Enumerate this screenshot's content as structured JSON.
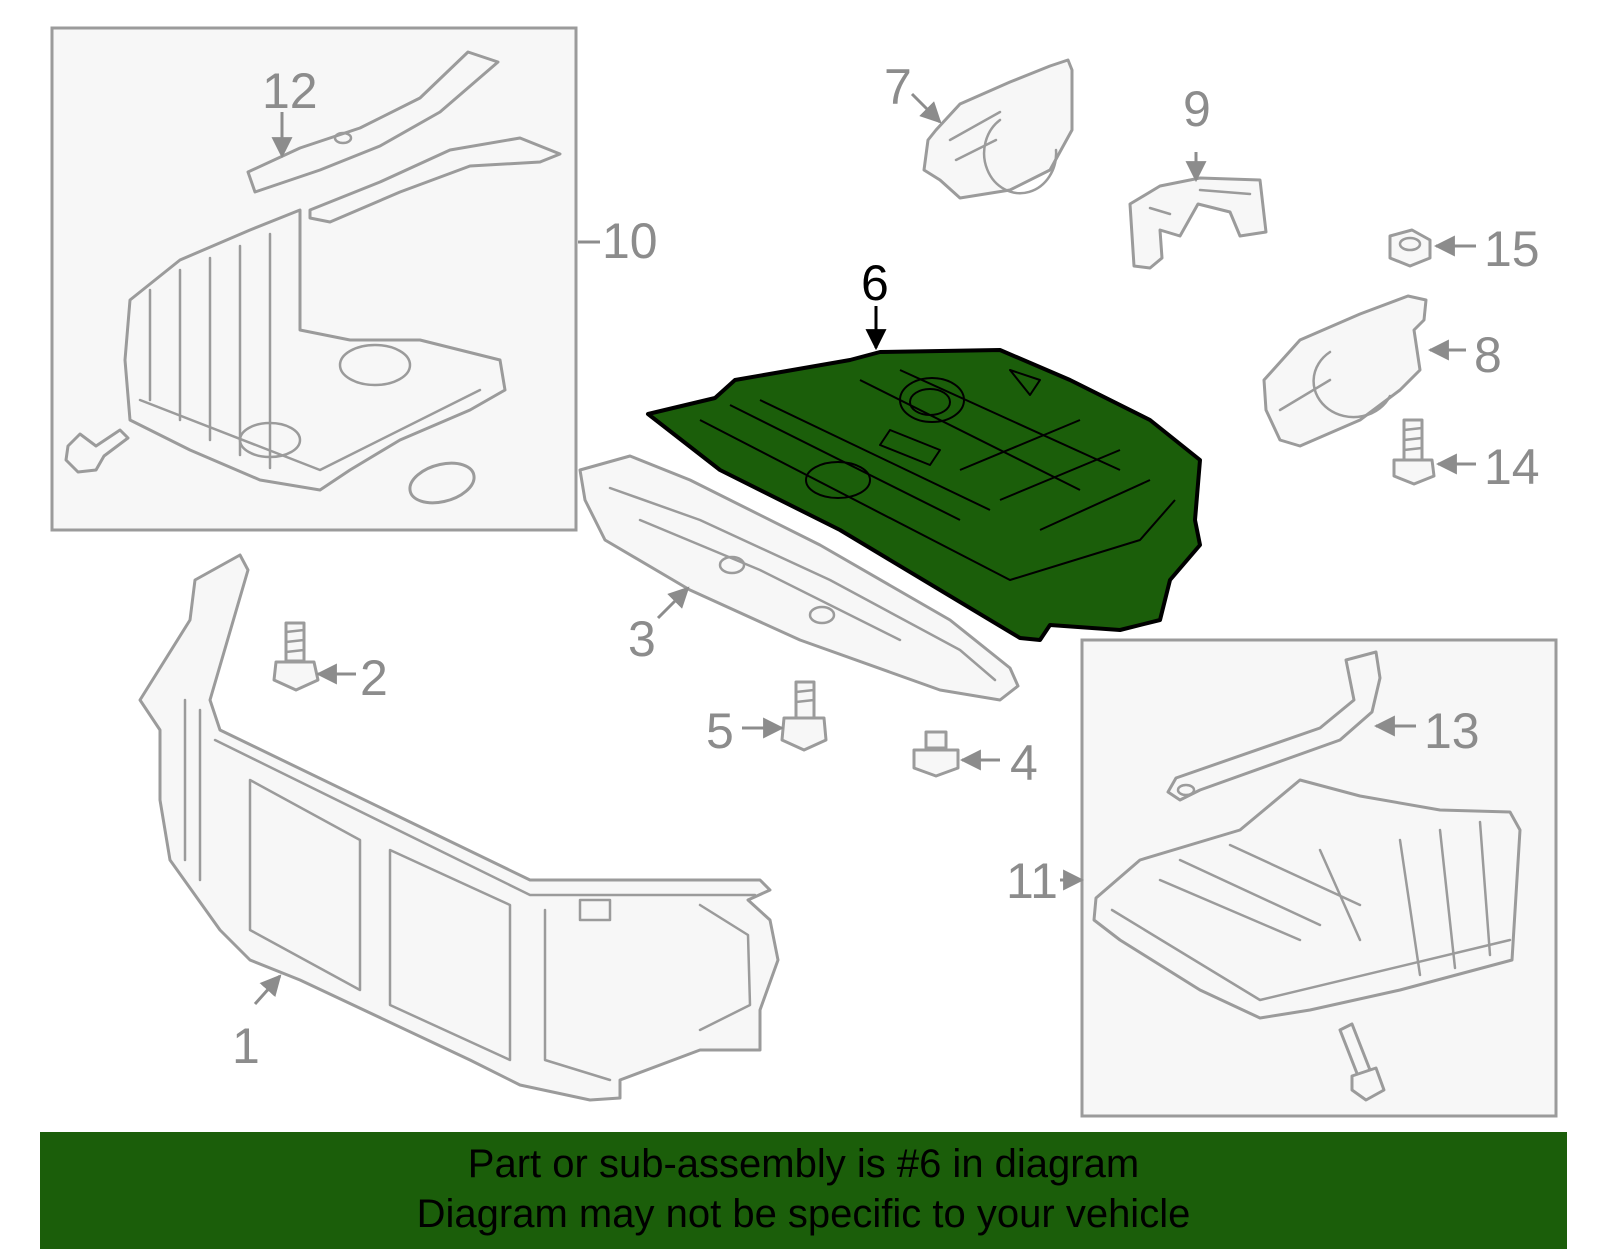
{
  "diagram": {
    "highlight_color": "#1b5e0a",
    "part_color": "#9b9b9b",
    "callouts": {
      "c1": "1",
      "c2": "2",
      "c3": "3",
      "c4": "4",
      "c5": "5",
      "c6": "6",
      "c7": "7",
      "c8": "8",
      "c9": "9",
      "c10": "10",
      "c11": "11",
      "c12": "12",
      "c13": "13",
      "c14": "14",
      "c15": "15"
    }
  },
  "footer": {
    "line1": "Part or sub-assembly is #6 in diagram",
    "line2": "Diagram may not be specific to your vehicle"
  }
}
